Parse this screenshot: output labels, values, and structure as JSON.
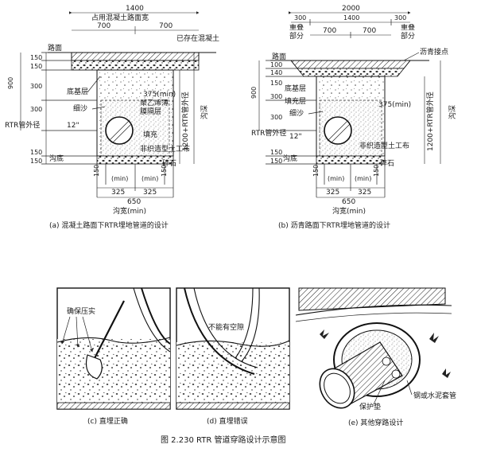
{
  "panel_a": {
    "top_width": "1400",
    "top_label": "占用混凝土路面宽",
    "half_l": "700",
    "half_r": "700",
    "existing_concrete": "已存在混凝土",
    "road_surface": "路面",
    "d150a": "150",
    "d150b": "150",
    "d300a": "300",
    "d300b": "300",
    "d900": "900",
    "d375": "375(min)",
    "base_layer": "底基层",
    "fine_sand": "细沙",
    "pe_film": "聚乙烯薄膜隔层",
    "fill": "填充",
    "pipe_od_side": "1200+RTR管外径",
    "trench_depth": "沟深",
    "rtr_od": "RTR管外径",
    "dia": "12\"",
    "geotextile": "非织造型土工布",
    "d150c": "150",
    "d150d": "150",
    "trench_bottom": "沟底",
    "gravel": "碎石",
    "b150l": "150",
    "b150r": "150",
    "min_l": "(min)",
    "min_r": "(min)",
    "b325": "325",
    "b325r": "325",
    "b650": "650",
    "trench_width": "沟宽(min)",
    "caption": "(a) 混凝土路面下RTR埋地管道的设计"
  },
  "panel_b": {
    "top_width": "2000",
    "w300l": "300",
    "w1400": "1400",
    "w300r": "300",
    "overlap_l": "重叠部分",
    "overlap_r": "重叠部分",
    "half_l": "700",
    "half_r": "700",
    "asphalt_joint": "沥青接点",
    "road_surface": "路面",
    "d100": "100",
    "d140": "140",
    "d150": "150",
    "d900": "900",
    "d300a": "300",
    "d300b": "300",
    "base_layer": "底基层",
    "fill_layer": "填充层",
    "fine_sand": "细沙",
    "d375": "375(min)",
    "pipe_od_side": "1200+RTR管外径",
    "trench_depth": "沟深",
    "rtr_od": "RTR管外径",
    "dia": "12\"",
    "geotextile": "非织造型土工布",
    "d150c": "150",
    "d150d": "150",
    "trench_bottom": "沟底",
    "gravel": "碎石",
    "b150l": "150",
    "b150r": "150",
    "min_l": "(min)",
    "min_r": "(min)",
    "b325": "325",
    "b325r": "325",
    "b650": "650",
    "trench_width": "沟宽(min)",
    "caption": "(b) 沥青路面下RTR埋地管道的设计"
  },
  "panel_c": {
    "label": "确保压实",
    "caption": "(c) 直埋正确"
  },
  "panel_d": {
    "label": "不能有空隙",
    "caption": "(d) 直埋错误"
  },
  "panel_e": {
    "pad": "保护垫",
    "sleeve": "钢或水泥套管",
    "caption": "(e) 其他穿路设计"
  },
  "figure_caption": "图 2.230    RTR 管道穿路设计示意图"
}
